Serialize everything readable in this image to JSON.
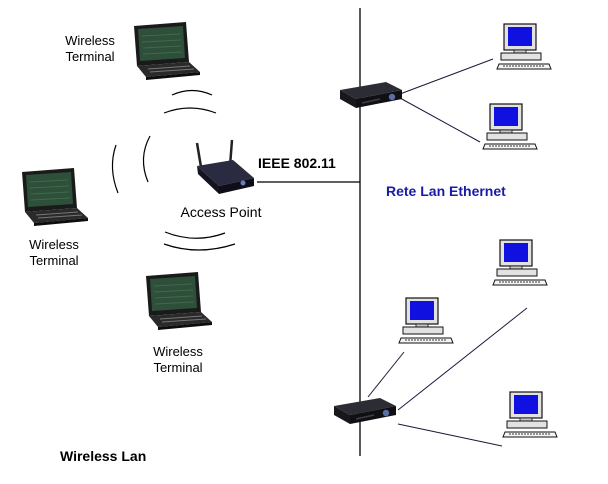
{
  "labels": {
    "terminal_top": {
      "line1": "Wireless",
      "line2": "Terminal"
    },
    "terminal_left": {
      "line1": "Wireless",
      "line2": "Terminal"
    },
    "terminal_bottom": {
      "line1": "Wireless",
      "line2": "Terminal"
    },
    "access_point": "Access Point",
    "protocol": "IEEE 802.11",
    "ethernet_network": "Rete Lan Ethernet",
    "wireless_lan": "Wireless Lan"
  },
  "colors": {
    "monitor_screen": "#1010e0",
    "ethernet_label": "#1a1aa8",
    "device_body": "#1c1c2e",
    "laptop_screen": "#2e4f3a"
  },
  "icons": [
    "laptop-icon",
    "access-point-icon",
    "hub-icon",
    "desktop-computer-icon",
    "wireless-wave-icon"
  ]
}
